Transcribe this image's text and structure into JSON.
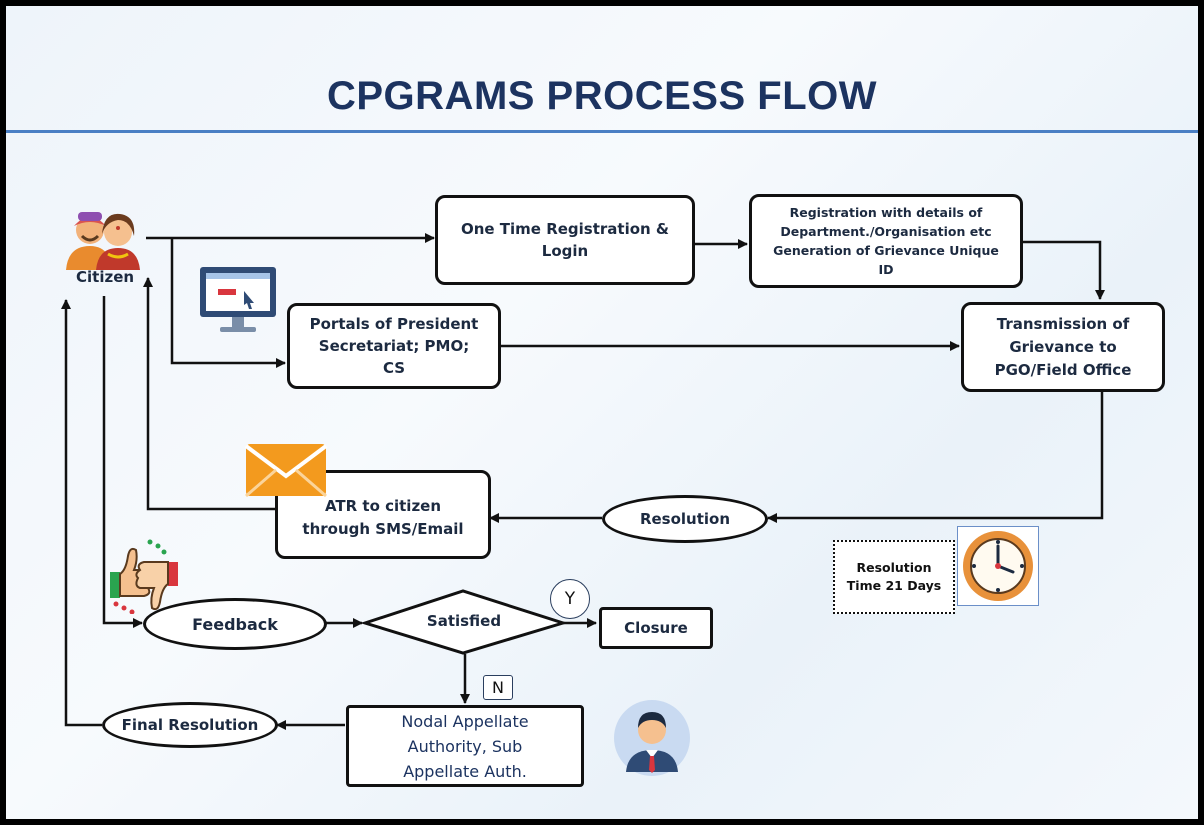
{
  "title": "CPGRAMS PROCESS FLOW",
  "citizen": {
    "label": "Citizen",
    "icon": "citizens-icon"
  },
  "registration": {
    "label": "One Time Registration & Login"
  },
  "registration_details": {
    "label": "Registration with details of Department./Organisation etc Generation of Grievance Unique ID"
  },
  "portals": {
    "label": "Portals of President Secretariat; PMO; CS",
    "icon": "computer-monitor-icon"
  },
  "transmission": {
    "label": "Transmission of Grievance to PGO/Field Office"
  },
  "resolution": {
    "label": "Resolution"
  },
  "atr": {
    "label": "ATR to citizen through SMS/Email",
    "icon": "envelope-icon"
  },
  "resolution_time": {
    "label": "Resolution Time 21 Days",
    "icon": "clock-icon"
  },
  "feedback": {
    "label": "Feedback",
    "icon": "thumbs-up-down-icon"
  },
  "decision": {
    "label": "Satisfied",
    "yes_label": "Y",
    "no_label": "N"
  },
  "closure": {
    "label": "Closure"
  },
  "appellate": {
    "label": "Nodal Appellate Authority, Sub Appellate Auth.",
    "icon": "officer-avatar-icon"
  },
  "final_resolution": {
    "label": "Final Resolution"
  },
  "colors": {
    "title": "#1c3360",
    "rule": "#4a7fc4",
    "envelope": "#f39a1e",
    "clock": "#e8913a"
  }
}
